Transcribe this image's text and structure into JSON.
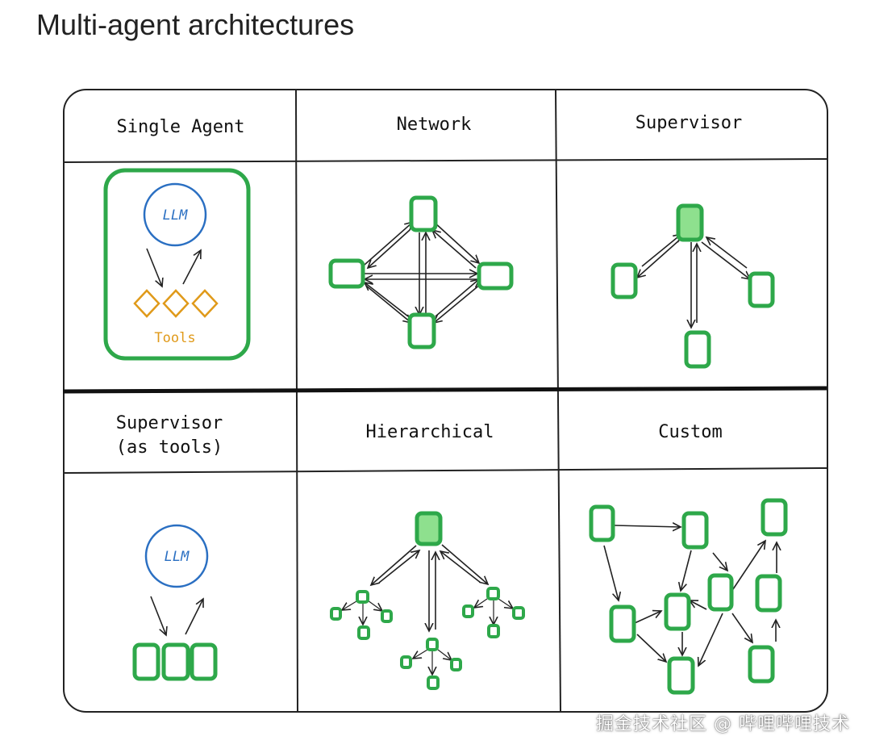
{
  "title": "Multi-agent architectures",
  "watermark": "掘金技术社区 @ 哔哩哔哩技术",
  "cells": {
    "single_agent": {
      "title": "Single Agent",
      "llm": "LLM",
      "tools": "Tools"
    },
    "network": {
      "title": "Network"
    },
    "supervisor": {
      "title": "Supervisor"
    },
    "supervisor_tools": {
      "title_line1": "Supervisor",
      "title_line2": "(as tools)",
      "llm": "LLM"
    },
    "hierarchical": {
      "title": "Hierarchical"
    },
    "custom": {
      "title": "Custom"
    }
  },
  "colors": {
    "agent_green": "#2ea84a",
    "supervisor_fill": "#8ee08e",
    "llm_blue": "#2a6fc2",
    "tools_orange": "#e09a1a",
    "line": "#222222"
  }
}
